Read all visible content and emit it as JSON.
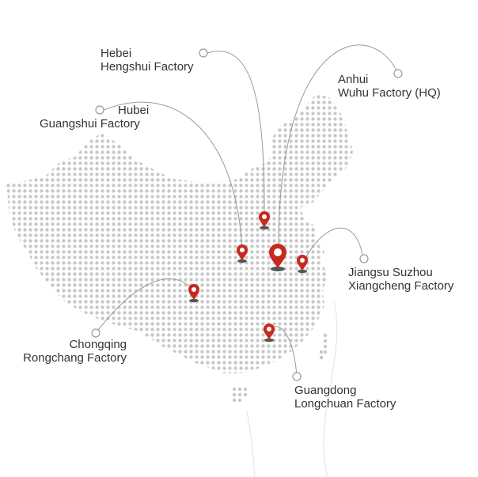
{
  "colors": {
    "dot": "#c8c8c8",
    "connector": "#9a9a9a",
    "pin": "#c8281e",
    "pin_shadow": "#555555",
    "text": "#333333"
  },
  "factories": [
    {
      "id": "hebei",
      "province": "Hebei",
      "name": "Hengshui Factory",
      "pin_icon": "location-pin-icon"
    },
    {
      "id": "anhui",
      "province": "Anhui",
      "name": "Wuhu Factory (HQ)",
      "pin_icon": "location-pin-icon",
      "headquarters": true
    },
    {
      "id": "hubei",
      "province": "Hubei",
      "name": "Guangshui Factory",
      "pin_icon": "location-pin-icon"
    },
    {
      "id": "jiangsu",
      "province": "Jiangsu Suzhou",
      "name": "Xiangcheng Factory",
      "pin_icon": "location-pin-icon"
    },
    {
      "id": "chongqing",
      "province": "Chongqing",
      "name": "Rongchang Factory",
      "pin_icon": "location-pin-icon"
    },
    {
      "id": "guangdong",
      "province": "Guangdong",
      "name": "Longchuan Factory",
      "pin_icon": "location-pin-icon"
    }
  ]
}
